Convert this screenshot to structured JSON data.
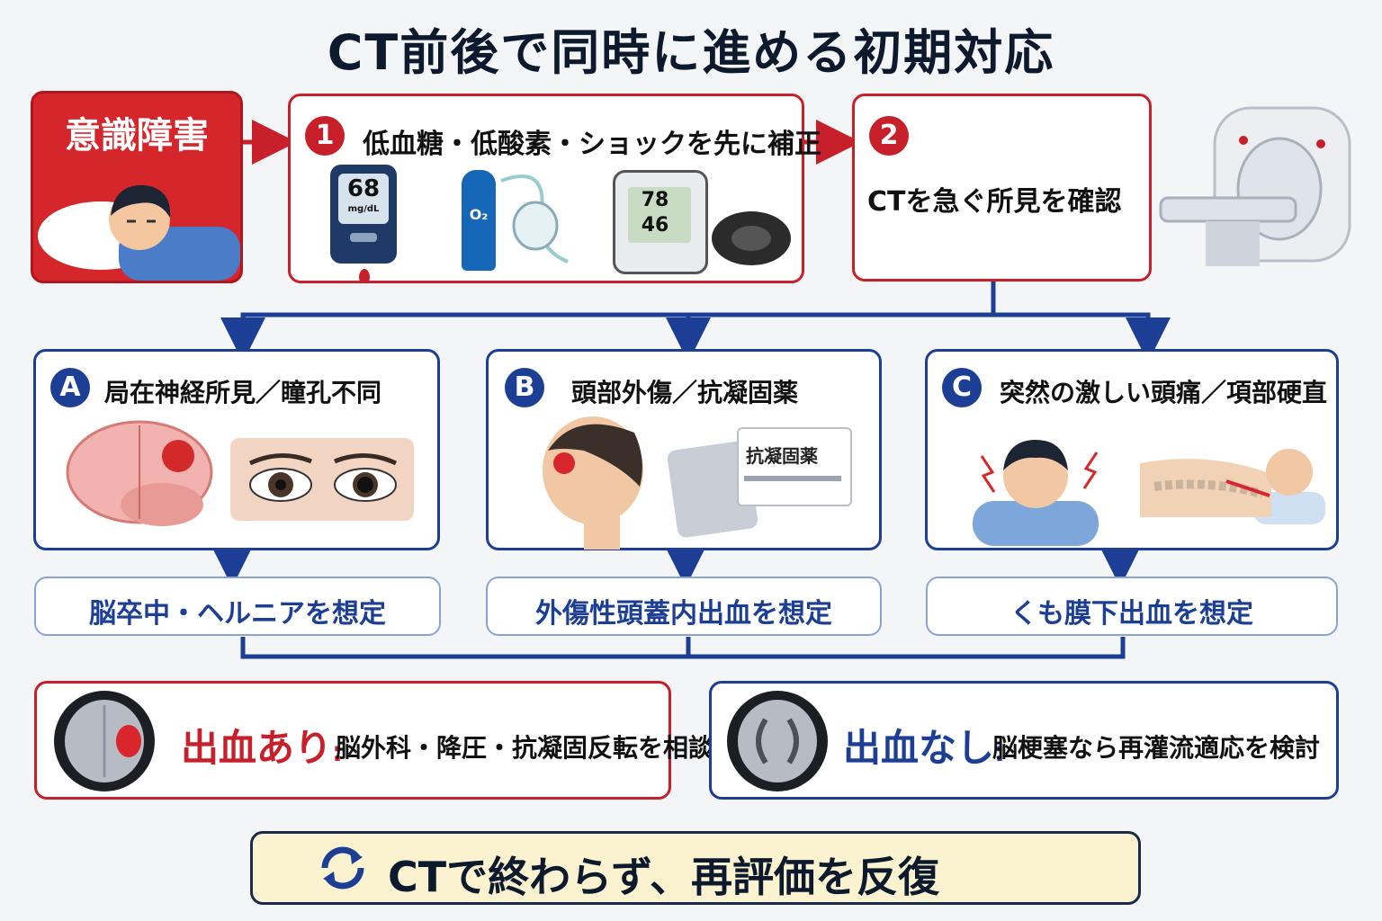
{
  "title": "CT前後で同時に進める初期対応",
  "start": {
    "label": "意識障害"
  },
  "step1": {
    "num": "1",
    "label": "低血糖・低酸素・ショックを先に補正",
    "glucose_value": "68",
    "glucose_unit": "mg/dL",
    "o2_label": "O₂",
    "bp_sys": "78",
    "bp_dia": "46"
  },
  "step2": {
    "num": "2",
    "label": "CTを急ぐ所見を確認"
  },
  "branches": [
    {
      "letter": "A",
      "label": "局在神経所見／瞳孔不同",
      "result": "脳卒中・ヘルニアを想定"
    },
    {
      "letter": "B",
      "label": "頭部外傷／抗凝固薬",
      "result": "外傷性頭蓋内出血を想定",
      "box_label": "抗凝固薬"
    },
    {
      "letter": "C",
      "label": "突然の激しい頭痛／項部硬直",
      "result": "くも膜下出血を想定"
    }
  ],
  "outcomes": [
    {
      "head": "出血あり",
      "sep": ":",
      "text": "脳外科・降圧・抗凝固反転を相談"
    },
    {
      "head": "出血なし",
      "sep": ":",
      "text": "脳梗塞なら再灌流適応を検討"
    }
  ],
  "footer": {
    "text": "CTで終わらず、再評価を反復"
  },
  "colors": {
    "red": "#c8202a",
    "navy": "#1c3f95",
    "footer_bg": "#fbf3cf"
  }
}
